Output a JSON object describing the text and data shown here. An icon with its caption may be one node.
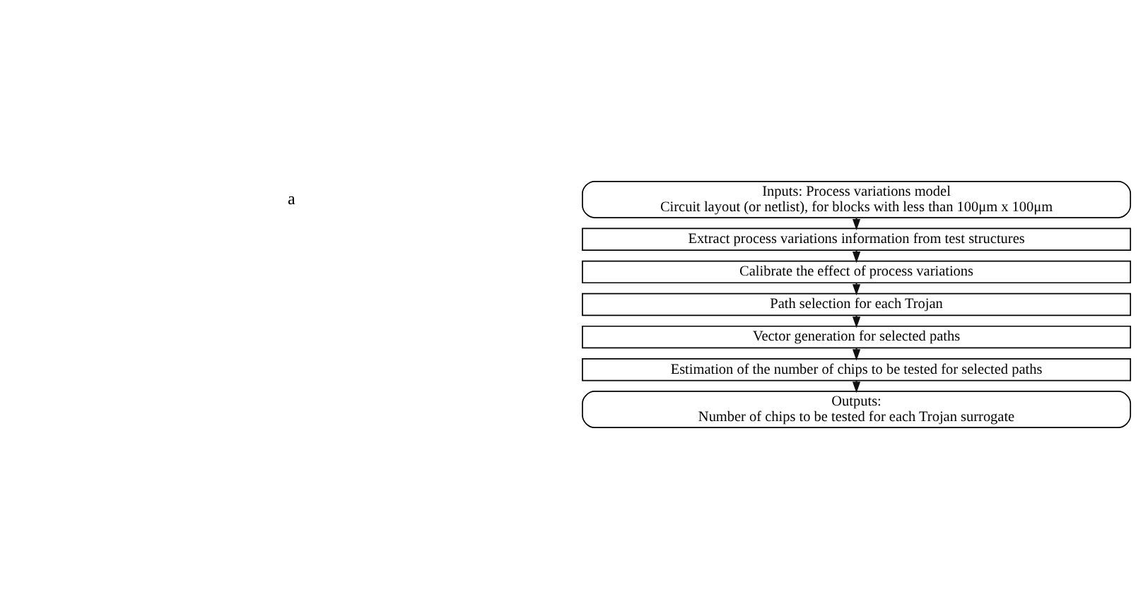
{
  "diagram": {
    "nodes": [
      {
        "text": [
          "Inputs: Process variations model",
          "Circuit layout (or netlist), for blocks with less than 100μm x 100μm"
        ]
      },
      {
        "text": [
          "Extract process variations information from test structures"
        ]
      },
      {
        "text": [
          "Calibrate the effect of process variations"
        ]
      },
      {
        "text": [
          "Path selection for each Trojan"
        ]
      },
      {
        "text": [
          "Vector generation for selected paths"
        ]
      },
      {
        "text": [
          "Estimation of the number of chips to be tested for selected paths"
        ]
      },
      {
        "text": [
          "Outputs:",
          "Number of chips to be tested for each Trojan surrogate"
        ]
      }
    ],
    "edges": [
      {
        "from": 0,
        "to": 1,
        "arrow": "to"
      },
      {
        "from": 1,
        "to": 2,
        "arrow": "to"
      },
      {
        "from": 2,
        "to": 3,
        "arrow": "to"
      },
      {
        "from": 3,
        "to": 4,
        "arrow": "to"
      },
      {
        "from": 4,
        "to": 5,
        "arrow": "to"
      },
      {
        "from": 5,
        "to": 6,
        "arrow": "to"
      }
    ],
    "labels": [
      "a"
    ]
  }
}
